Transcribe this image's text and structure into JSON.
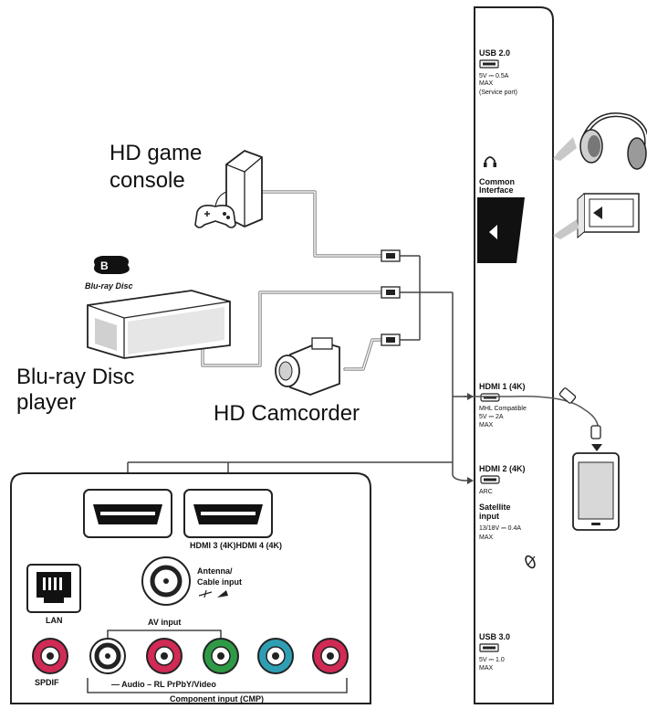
{
  "devices": {
    "game_console": {
      "line1": "HD game",
      "line2": "console"
    },
    "bluray_player": {
      "line1": "Blu-ray Disc",
      "line2": "player",
      "logo_text": "Blu-ray Disc"
    },
    "camcorder": {
      "label": "HD Camcorder"
    }
  },
  "side_panel": {
    "usb2": {
      "title": "USB 2.0",
      "spec1": "5V ⎓ 0.5A",
      "spec2": "MAX",
      "spec3": "(Service port)"
    },
    "common_interface": {
      "line1": "Common",
      "line2": "Interface"
    },
    "hdmi1": {
      "title": "HDMI 1 (4K)",
      "spec1": "MHL Compatible",
      "spec2": "5V ⎓ 2A",
      "spec3": "MAX"
    },
    "hdmi2": {
      "title": "HDMI 2 (4K)",
      "spec1": "ARC"
    },
    "satellite": {
      "line1": "Satellite",
      "line2": "input",
      "spec1": "13/18V ⎓ 0.4A",
      "spec2": "MAX"
    },
    "usb3": {
      "title": "USB 3.0",
      "spec1": "5V ⎓ 1.0",
      "spec2": "MAX"
    }
  },
  "rear_panel": {
    "hdmi3_hdmi4_label": "HDMI 3 (4K)HDMI 4 (4K)",
    "lan_label": "LAN",
    "antenna": {
      "line1": "Antenna/",
      "line2": "Cable input"
    },
    "av_input_label": "AV input",
    "spdif_label": "SPDIF",
    "audio_video_label": "— Audio – RL PrPbY/Video",
    "component_label": "Component input (CMP)"
  },
  "colors": {
    "jack_red": "#d02a55",
    "jack_green": "#2f9a46",
    "jack_blue": "#2e9fb3",
    "jack_white": "#ffffff",
    "outline": "#222222",
    "cable": "#8a8a8a",
    "arrow": "#c8c8c8"
  }
}
